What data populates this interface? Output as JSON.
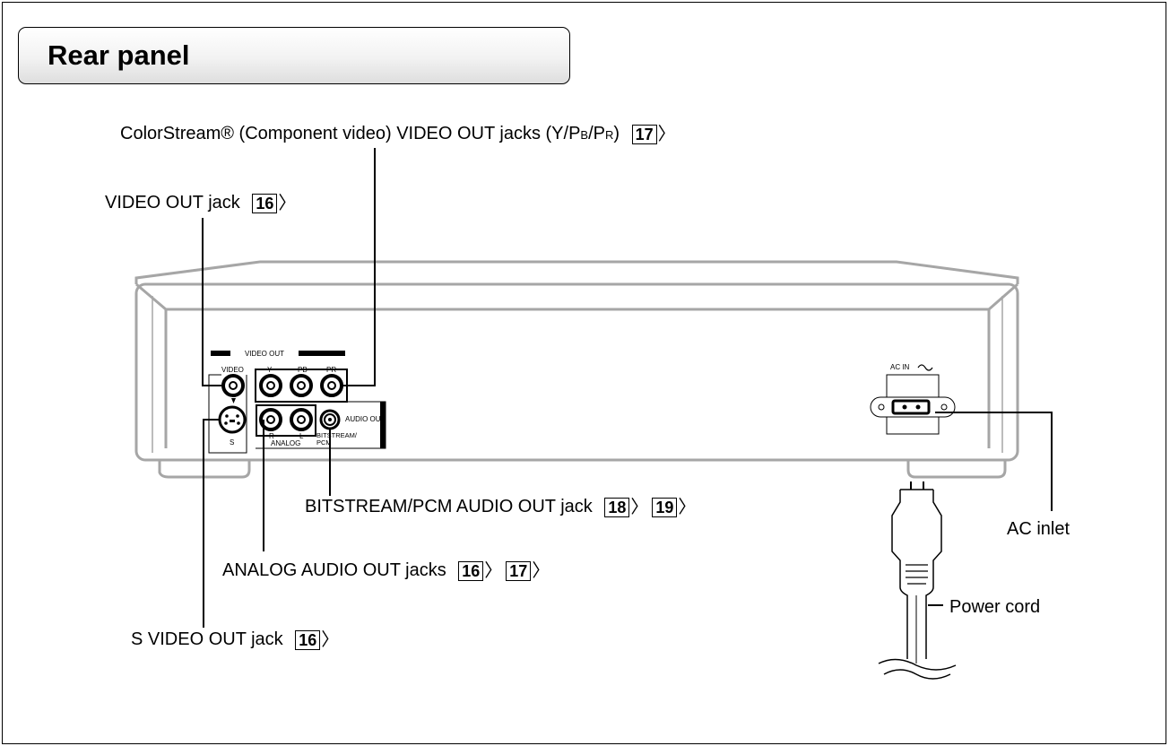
{
  "title": "Rear panel",
  "labels": {
    "colorstream": {
      "text": "ColorStream® (Component video) VIDEO OUT jacks (Y/P",
      "sub_b": "B",
      "mid": "/P",
      "sub_r": "R",
      "end": ")",
      "pages": [
        "17"
      ]
    },
    "video_out": {
      "text": "VIDEO OUT jack",
      "pages": [
        "16"
      ]
    },
    "bitstream": {
      "text": "BITSTREAM/PCM AUDIO OUT jack",
      "pages": [
        "18",
        "19"
      ]
    },
    "analog": {
      "text": "ANALOG AUDIO OUT jacks",
      "pages": [
        "16",
        "17"
      ]
    },
    "s_video": {
      "text": "S VIDEO OUT jack",
      "pages": [
        "16"
      ]
    },
    "ac_inlet": {
      "text": "AC inlet"
    },
    "power_cord": {
      "text": "Power cord"
    }
  },
  "panel": {
    "video_out_header": "VIDEO OUT",
    "video": "VIDEO",
    "y": "Y",
    "pb": "PB",
    "pr": "PR",
    "s": "S",
    "r": "R",
    "l": "L",
    "analog": "ANALOG",
    "audio_out": "AUDIO OUT",
    "bitstream_1": "BITSTREAM/",
    "bitstream_2": "PCM",
    "ac_in": "AC IN"
  }
}
